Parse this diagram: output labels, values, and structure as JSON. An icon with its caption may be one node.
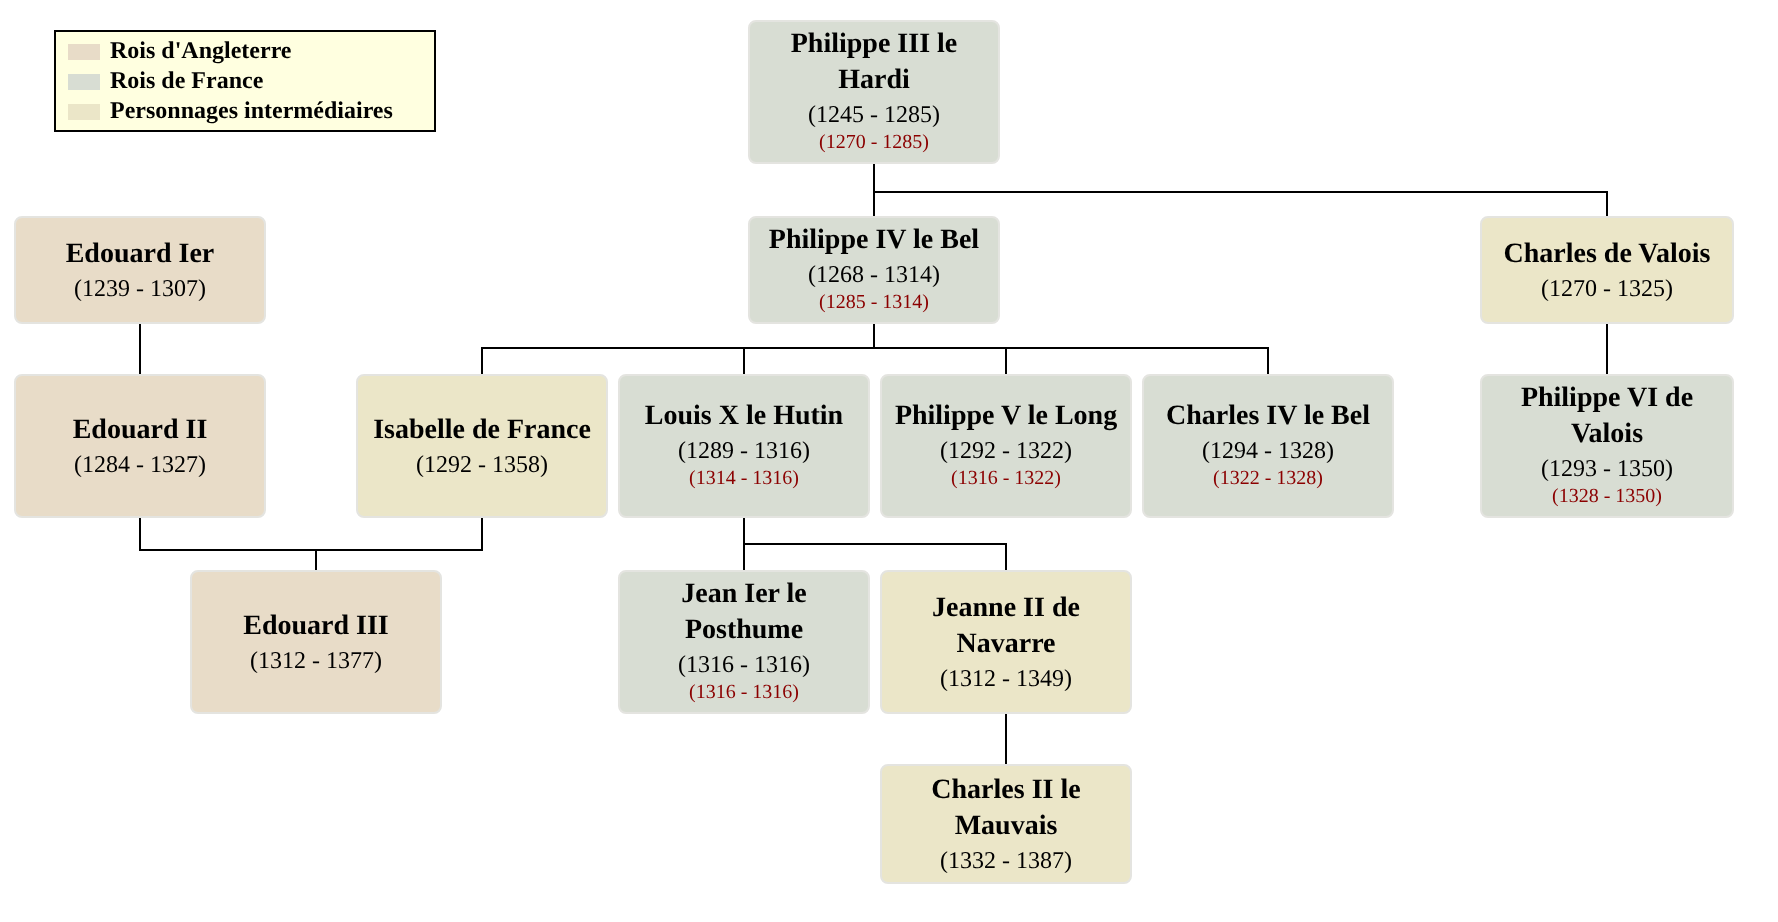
{
  "diagram": {
    "nodes": [
      {
        "text": [
          "Philippe III le Hardi",
          "(1245 - 1285)",
          "(1270 - 1285)"
        ]
      },
      {
        "text": [
          "Edouard Ier",
          "(1239 - 1307)"
        ]
      },
      {
        "text": [
          "Philippe IV le Bel",
          "(1268 - 1314)",
          "(1285 - 1314)"
        ]
      },
      {
        "text": [
          "Charles de Valois",
          "(1270 - 1325)"
        ]
      },
      {
        "text": [
          "Edouard II",
          "(1284 - 1327)"
        ]
      },
      {
        "text": [
          "Isabelle de France",
          "(1292 - 1358)"
        ]
      },
      {
        "text": [
          "Louis X le Hutin",
          "(1289 - 1316)",
          "(1314 - 1316)"
        ]
      },
      {
        "text": [
          "Philippe V le Long",
          "(1292 - 1322)",
          "(1316 - 1322)"
        ]
      },
      {
        "text": [
          "Charles IV le Bel",
          "(1294 - 1328)",
          "(1322 - 1328)"
        ]
      },
      {
        "text": [
          "Philippe VI de Valois",
          "(1293 - 1350)",
          "(1328 - 1350)"
        ]
      },
      {
        "text": [
          "Edouard III",
          "(1312 - 1377)"
        ]
      },
      {
        "text": [
          "Jean Ier le Posthume",
          "(1316 - 1316)",
          "(1316 - 1316)"
        ]
      },
      {
        "text": [
          "Jeanne II de Navarre",
          "(1312 - 1349)"
        ]
      },
      {
        "text": [
          "Charles II le Mauvais",
          "(1332 - 1387)"
        ]
      }
    ],
    "edges": [
      {
        "from": 0,
        "to": 2,
        "arrow": "none"
      },
      {
        "from": 0,
        "to": 3,
        "arrow": "none"
      },
      {
        "from": 1,
        "to": 4,
        "arrow": "none"
      },
      {
        "from": 2,
        "to": 5,
        "arrow": "none"
      },
      {
        "from": 2,
        "to": 6,
        "arrow": "none"
      },
      {
        "from": 2,
        "to": 7,
        "arrow": "none"
      },
      {
        "from": 2,
        "to": 8,
        "arrow": "none"
      },
      {
        "from": 3,
        "to": 9,
        "arrow": "none"
      },
      {
        "from": 4,
        "to": 10,
        "arrow": "none"
      },
      {
        "from": 5,
        "to": 10,
        "arrow": "none"
      },
      {
        "from": 6,
        "to": 11,
        "arrow": "none"
      },
      {
        "from": 6,
        "to": 12,
        "arrow": "none"
      },
      {
        "from": 12,
        "to": 13,
        "arrow": "none"
      }
    ],
    "legend": [
      {
        "text": "Rois d'Angleterre",
        "color": "#e8dcc8"
      },
      {
        "text": "Rois de France",
        "color": "#d8ddd3"
      },
      {
        "text": "Personnages intermédiaires",
        "color": "#ebe6c8"
      }
    ]
  }
}
